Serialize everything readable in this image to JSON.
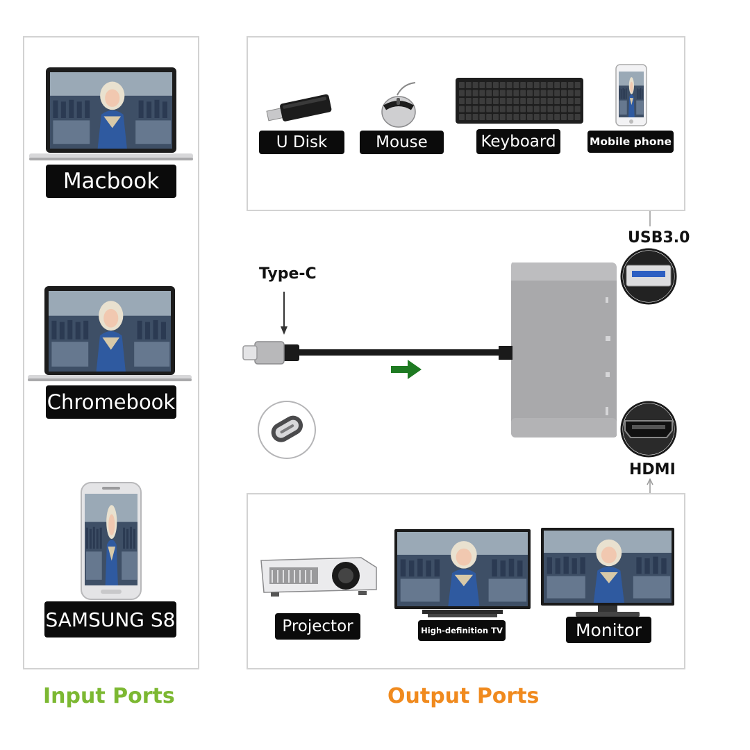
{
  "input_panel": {
    "devices": [
      {
        "name": "macbook",
        "label": "Macbook"
      },
      {
        "name": "chromebook",
        "label": "Chromebook"
      },
      {
        "name": "samsung-s8",
        "label": "SAMSUNG S8"
      }
    ],
    "caption": "Input Ports"
  },
  "usb_panel": {
    "devices": [
      {
        "name": "u-disk",
        "label": "U Disk"
      },
      {
        "name": "mouse",
        "label": "Mouse"
      },
      {
        "name": "keyboard",
        "label": "Keyboard"
      },
      {
        "name": "mobile-phone",
        "label": "Mobile phone"
      }
    ]
  },
  "adapter": {
    "type_c_label": "Type-C",
    "usb_label": "USB3.0",
    "hdmi_label": "HDMI"
  },
  "output_panel": {
    "devices": [
      {
        "name": "projector",
        "label": "Projector"
      },
      {
        "name": "hdtv",
        "label": "High-definition TV"
      },
      {
        "name": "monitor",
        "label": "Monitor"
      }
    ],
    "caption": "Output Ports"
  },
  "colors": {
    "input_caption": "#7cb832",
    "output_caption": "#f08a1e",
    "label_bg": "#0b0b0b",
    "arrow": "#1e7a22",
    "adapter": "#a9a9ab"
  }
}
